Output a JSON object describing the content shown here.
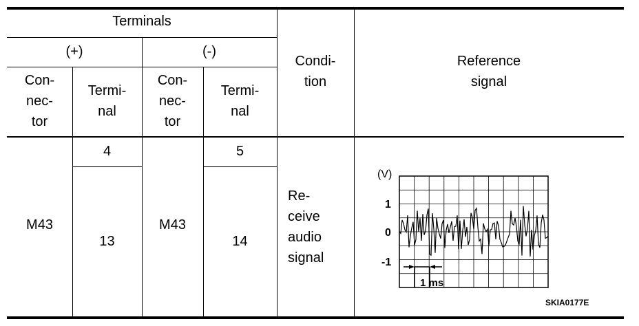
{
  "header": {
    "terminals": "Terminals",
    "plus": "(+)",
    "minus": "(-)",
    "connector": "Con-\nnec-\ntor",
    "terminal": "Termi-\nnal",
    "condition": "Condi-\ntion",
    "reference_signal": "Reference\nsignal"
  },
  "row": {
    "plus_connector": "M43",
    "plus_terminal_a": "4",
    "plus_terminal_b": "13",
    "minus_connector": "M43",
    "minus_terminal_a": "5",
    "minus_terminal_b": "14",
    "condition": "Re-\nceive\naudio\nsignal"
  },
  "scope": {
    "unit": "(V)",
    "y_labels": [
      "1",
      "0",
      "-1"
    ],
    "time_label": "1 ms"
  },
  "figure_code": "SKIA0177E"
}
